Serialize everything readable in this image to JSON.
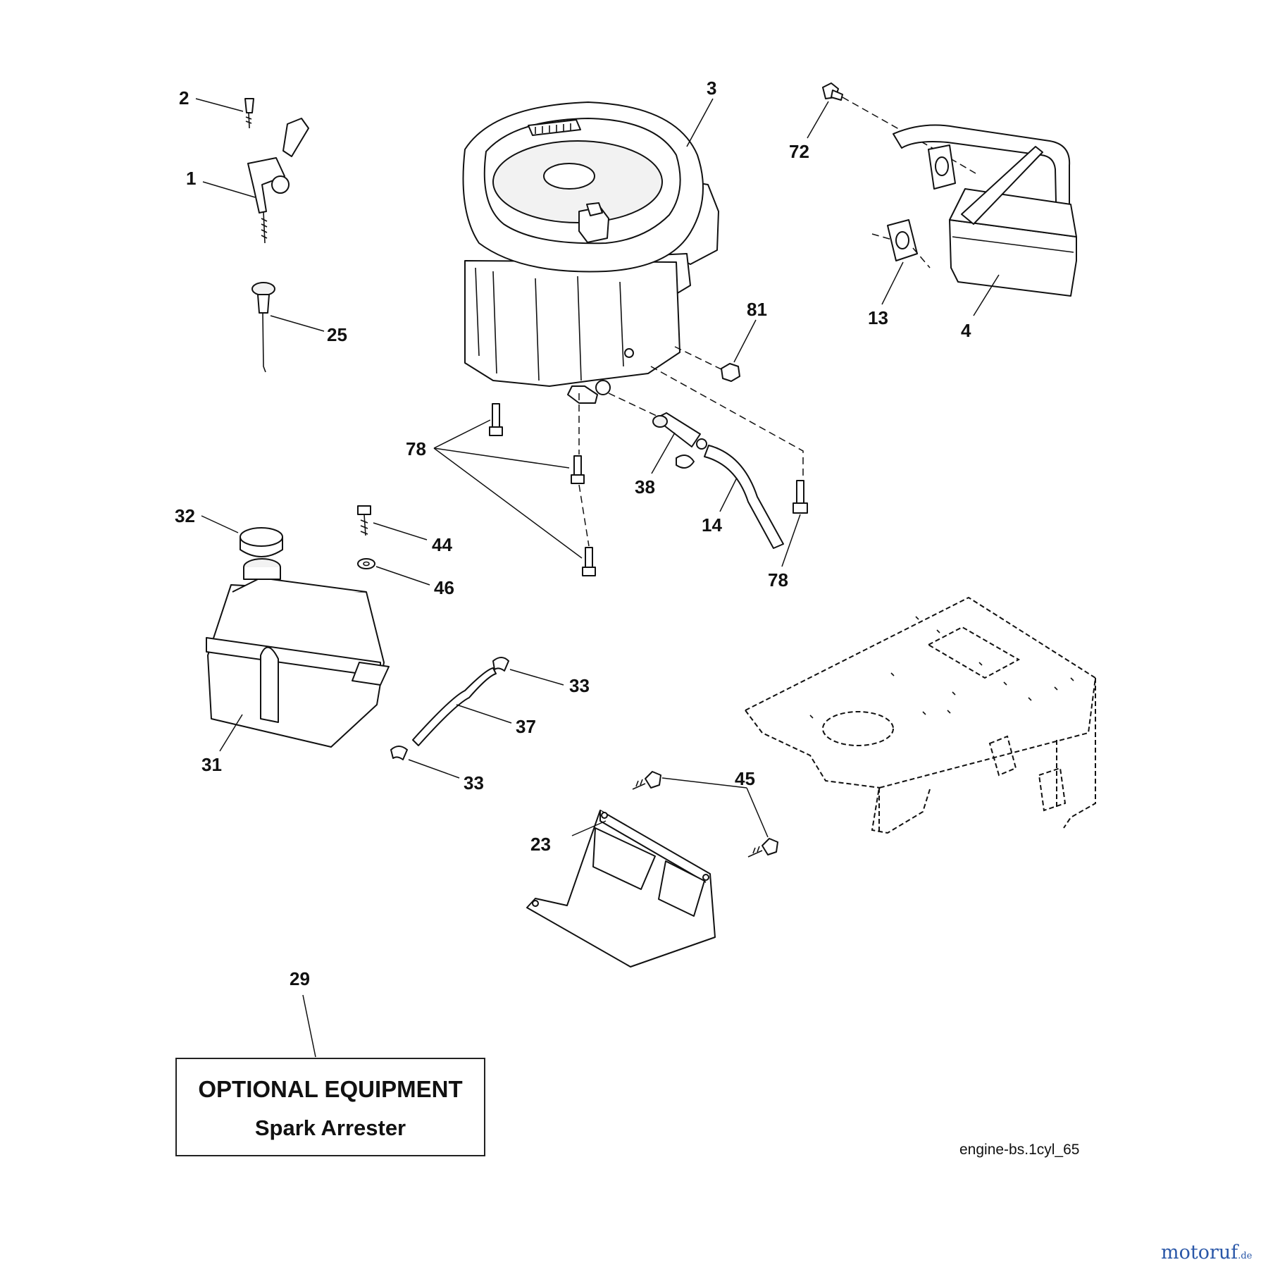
{
  "callouts": {
    "c1": "1",
    "c2": "2",
    "c3": "3",
    "c4": "4",
    "c13": "13",
    "c14": "14",
    "c23": "23",
    "c25": "25",
    "c29": "29",
    "c31": "31",
    "c32": "32",
    "c33a": "33",
    "c33b": "33",
    "c37": "37",
    "c38": "38",
    "c44": "44",
    "c45": "45",
    "c46": "46",
    "c72": "72",
    "c78a": "78",
    "c78b": "78",
    "c81": "81"
  },
  "note": {
    "title": "OPTIONAL EQUIPMENT",
    "subtitle": "Spark Arrester"
  },
  "figure_code": "engine-bs.1cyl_65",
  "watermark": {
    "name": "motoruf",
    "tld": ".de",
    "color": "#2a57a8"
  }
}
